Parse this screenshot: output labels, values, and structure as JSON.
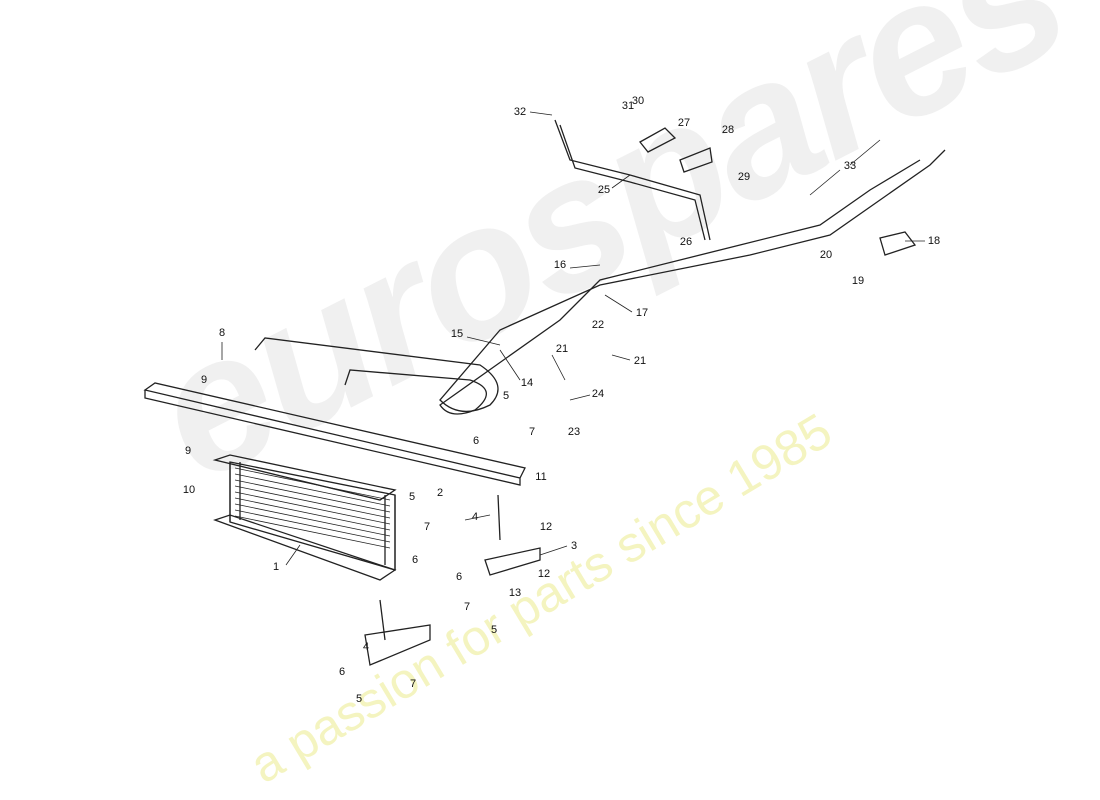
{
  "watermark": {
    "brand": "eurospares",
    "tagline": "a passion for parts since 1985"
  },
  "callouts": [
    "32",
    "31",
    "30",
    "27",
    "28",
    "29",
    "25",
    "26",
    "33",
    "18",
    "20",
    "19",
    "16",
    "17",
    "15",
    "22",
    "21",
    "21",
    "24",
    "23",
    "14",
    "8",
    "9",
    "5",
    "7",
    "6",
    "2",
    "9",
    "10",
    "11",
    "4",
    "12",
    "3",
    "5",
    "7",
    "6",
    "1",
    "6",
    "7",
    "13",
    "12",
    "5",
    "4",
    "6",
    "7",
    "5"
  ]
}
